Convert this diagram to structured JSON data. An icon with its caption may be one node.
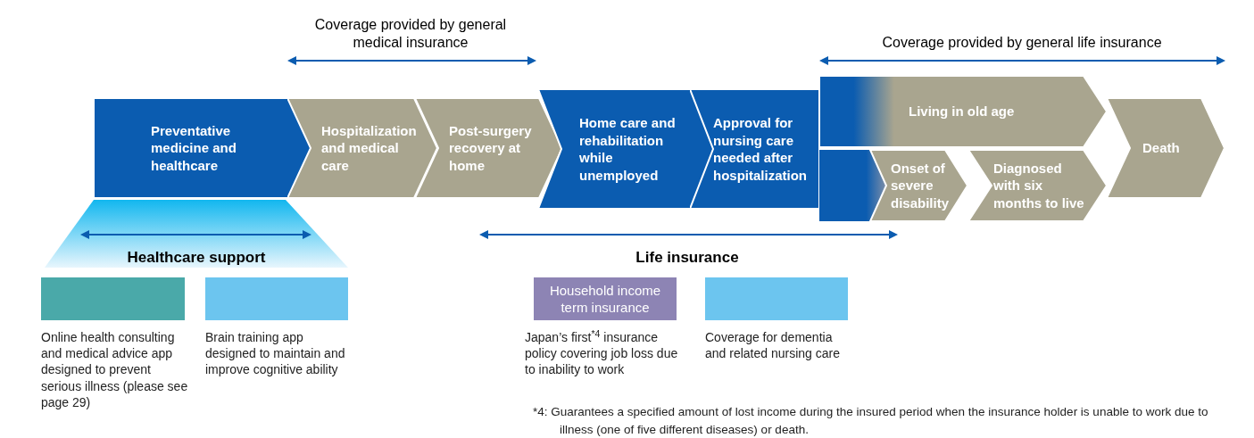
{
  "diagram": {
    "nodes": [
      {
        "text": [
          "Preventative medicine and healthcare"
        ]
      },
      {
        "text": [
          "Hospitalization and medical care"
        ]
      },
      {
        "text": [
          "Post-surgery recovery at home"
        ]
      },
      {
        "text": [
          "Home care and rehabilitation while unemployed"
        ]
      },
      {
        "text": [
          "Approval for nursing care needed after hospitalization"
        ]
      },
      {
        "text": [
          "Living in old age"
        ]
      },
      {
        "text": [
          "Onset of severe disability"
        ]
      },
      {
        "text": [
          "Diagnosed with six months to live"
        ]
      },
      {
        "text": [
          "Death"
        ]
      },
      {
        "text": [],
        "shape": "box",
        "beside": [
          "Online health consulting and medical advice app designed to prevent serious illness (please see page 29)"
        ]
      },
      {
        "text": [],
        "shape": "box",
        "beside": [
          "Brain training app designed to maintain and improve cognitive ability"
        ]
      },
      {
        "text": [
          "Household income term insurance"
        ],
        "beside": [
          "Japan’s first$^{*4}$ insurance policy covering job loss due to inability to work"
        ]
      },
      {
        "text": [],
        "shape": "box",
        "beside": [
          "Coverage for dementia and related nursing care"
        ]
      }
    ],
    "labels": [
      "Coverage provided by general medical insurance",
      "Coverage provided by general life insurance",
      "Healthcare support",
      "Life insurance",
      "*4: Guarantees a specified amount of lost income during the insured period when the insurance holder is unable to work due to illness (one of five different diseases) or death."
    ]
  }
}
